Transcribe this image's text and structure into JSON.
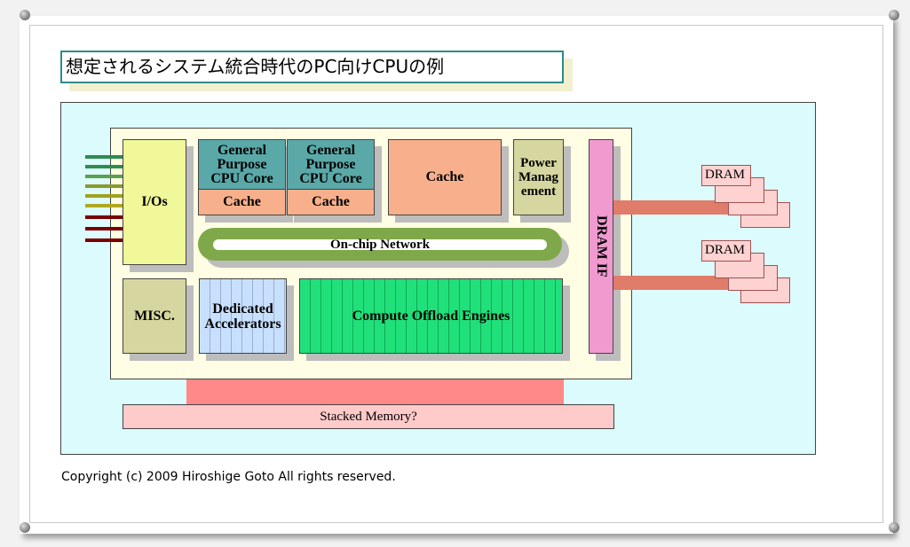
{
  "title": "想定されるシステム統合時代のPC向けCPUの例",
  "colors": {
    "title_border": "#2e8b8b",
    "panel_bg": "#dcfbfc",
    "chip_bg": "#fffde3",
    "core_teal": "#5aa8a8",
    "cache_salmon": "#f8b08c",
    "io_yellow": "#f0f89a",
    "misc_khaki": "#d6d6a0",
    "network_green": "#7fa84a",
    "accel_blue": "#c8e0ff",
    "offload_green": "#20e07a",
    "dram_if_pink": "#f09ad0",
    "dram_link": "#e07c6a",
    "stacked_pink": "#ffcaca",
    "stacked_link": "#ff8888"
  },
  "blocks": {
    "core1": {
      "label_lines": [
        "General",
        "Purpose",
        "CPU Core"
      ],
      "cache": "Cache"
    },
    "core2": {
      "label_lines": [
        "General",
        "Purpose",
        "CPU Core"
      ],
      "cache": "Cache"
    },
    "shared_cache": "Cache",
    "power_lines": [
      "Power",
      "Manag",
      "ement"
    ],
    "ios": "I/Os",
    "network": "On-chip Network",
    "misc": "MISC.",
    "accel_lines": [
      "Dedicated",
      "Accelerators"
    ],
    "offload": "Compute Offload Engines",
    "dram_if": "DRAM IF",
    "stacked": "Stacked Memory?",
    "dram1": "DRAM",
    "dram2": "DRAM"
  },
  "copyright": "Copyright (c) 2009 Hiroshige Goto All rights reserved."
}
